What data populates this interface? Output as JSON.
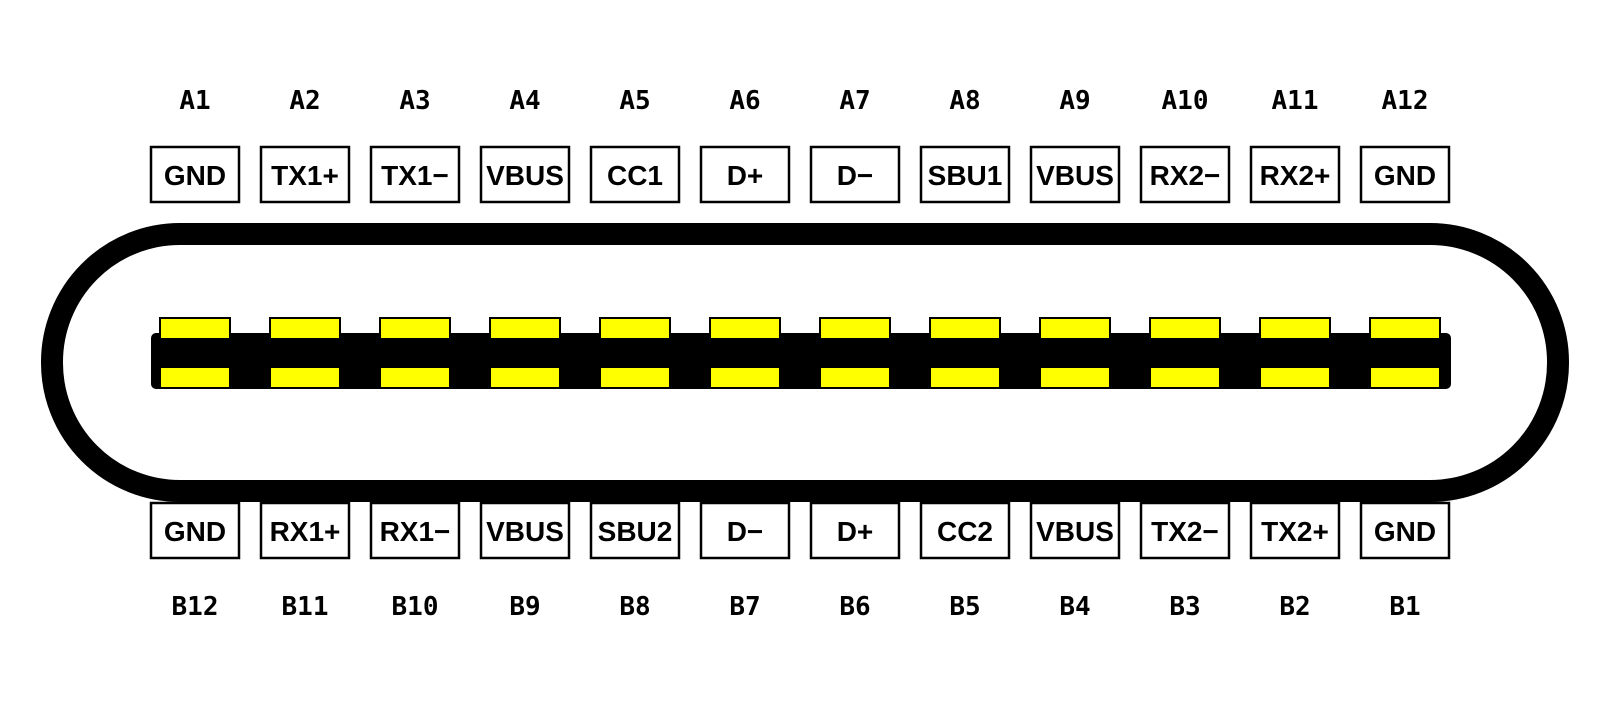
{
  "colors": {
    "outline": "#000000",
    "background": "#ffffff",
    "contact": "#ffff00"
  },
  "row_a": [
    {
      "pin": "A1",
      "signal": "GND"
    },
    {
      "pin": "A2",
      "signal": "TX1+"
    },
    {
      "pin": "A3",
      "signal": "TX1−"
    },
    {
      "pin": "A4",
      "signal": "VBUS"
    },
    {
      "pin": "A5",
      "signal": "CC1"
    },
    {
      "pin": "A6",
      "signal": "D+"
    },
    {
      "pin": "A7",
      "signal": "D−"
    },
    {
      "pin": "A8",
      "signal": "SBU1"
    },
    {
      "pin": "A9",
      "signal": "VBUS"
    },
    {
      "pin": "A10",
      "signal": "RX2−"
    },
    {
      "pin": "A11",
      "signal": "RX2+"
    },
    {
      "pin": "A12",
      "signal": "GND"
    }
  ],
  "row_b": [
    {
      "pin": "B12",
      "signal": "GND"
    },
    {
      "pin": "B11",
      "signal": "RX1+"
    },
    {
      "pin": "B10",
      "signal": "RX1−"
    },
    {
      "pin": "B9",
      "signal": "VBUS"
    },
    {
      "pin": "B8",
      "signal": "SBU2"
    },
    {
      "pin": "B7",
      "signal": "D−"
    },
    {
      "pin": "B6",
      "signal": "D+"
    },
    {
      "pin": "B5",
      "signal": "CC2"
    },
    {
      "pin": "B4",
      "signal": "VBUS"
    },
    {
      "pin": "B3",
      "signal": "TX2−"
    },
    {
      "pin": "B2",
      "signal": "TX2+"
    },
    {
      "pin": "B1",
      "signal": "GND"
    }
  ]
}
